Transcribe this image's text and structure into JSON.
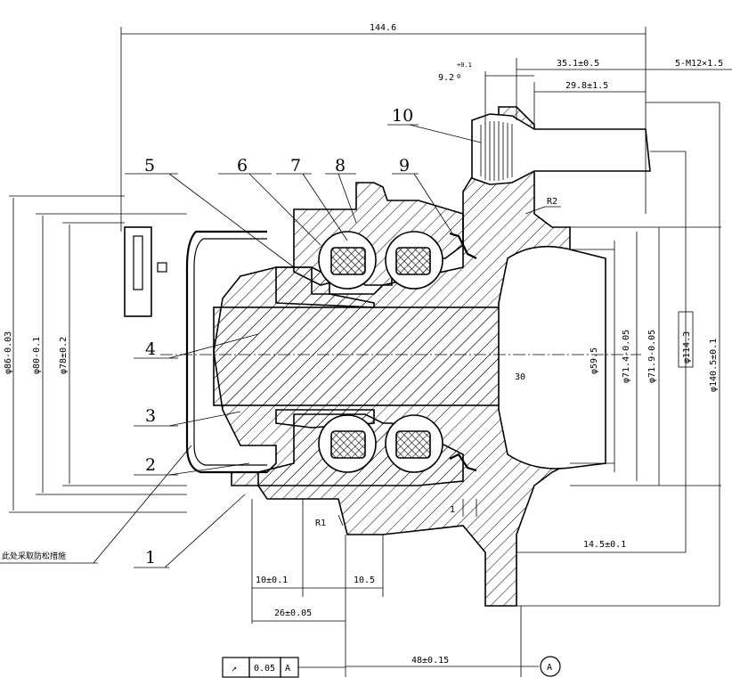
{
  "dimensions": {
    "overall_width": "144.6",
    "pilot_offset": "9.2",
    "pilot_offset_tol": "+0.1",
    "pilot_offset_tol_low": "0",
    "stud_len": "35.1±0.5",
    "stud_len2": "29.8±1.5",
    "stud_thread": "5-M12×1.5",
    "radius_r2": "R2",
    "radius_r1": "R1",
    "dia_86": "φ86-0.03",
    "dia_80": "φ80-0.1",
    "dia_78": "φ78±0.2",
    "dia_59": "φ59.5",
    "dia_71_4": "φ71.4-0.05",
    "dia_71_9": "φ71.9-0.05",
    "dia_114": "φ114.3",
    "dia_140": "φ140.5±0.1",
    "hub_depth": "30",
    "flange_thk": "14.5±0.1",
    "seal_gap": "1",
    "d_10": "10±0.1",
    "d_10_5": "10.5",
    "d_26": "26±0.05",
    "d_48": "48±0.15"
  },
  "labels": [
    "1",
    "2",
    "3",
    "4",
    "5",
    "6",
    "7",
    "8",
    "9",
    "10"
  ],
  "note": "此处采取防松措施",
  "tolerance_frame": {
    "symbol": "↗",
    "value": "0.05",
    "datum": "A"
  },
  "datum_marker": "A"
}
